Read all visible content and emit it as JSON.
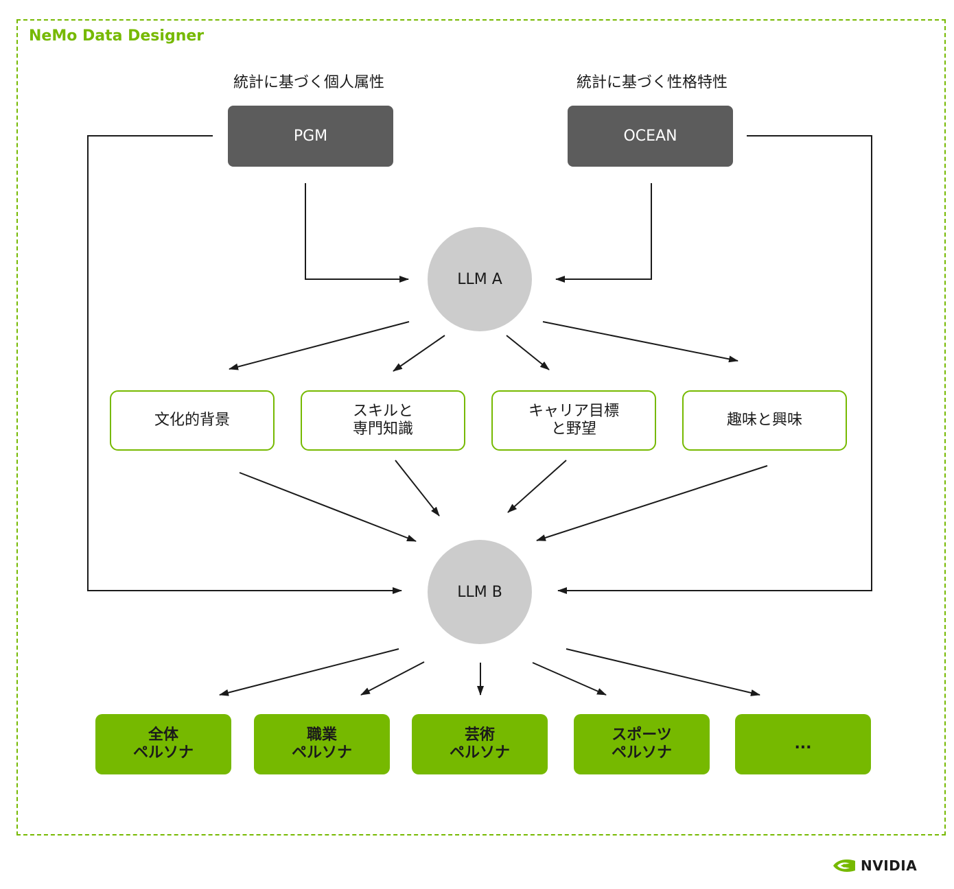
{
  "frame": {
    "title": "NeMo Data Designer"
  },
  "inputs": {
    "left": {
      "caption": "統計に基づく個人属性",
      "label": "PGM"
    },
    "right": {
      "caption": "統計に基づく性格特性",
      "label": "OCEAN"
    }
  },
  "llm_a": {
    "label": "LLM A"
  },
  "llm_b": {
    "label": "LLM B"
  },
  "attributes": [
    {
      "label": "文化的背景"
    },
    {
      "label": "スキルと\n専門知識"
    },
    {
      "label": "キャリア目標\nと野望"
    },
    {
      "label": "趣味と興味"
    }
  ],
  "personas": [
    {
      "label": "全体\nペルソナ"
    },
    {
      "label": "職業\nペルソナ"
    },
    {
      "label": "芸術\nペルソナ"
    },
    {
      "label": "スポーツ\nペルソナ"
    },
    {
      "label": "..."
    }
  ],
  "colors": {
    "accent": "#76b900",
    "dark_box": "#5c5c5c",
    "circle": "#cccccc"
  },
  "logo": {
    "text": "NVIDIA"
  }
}
